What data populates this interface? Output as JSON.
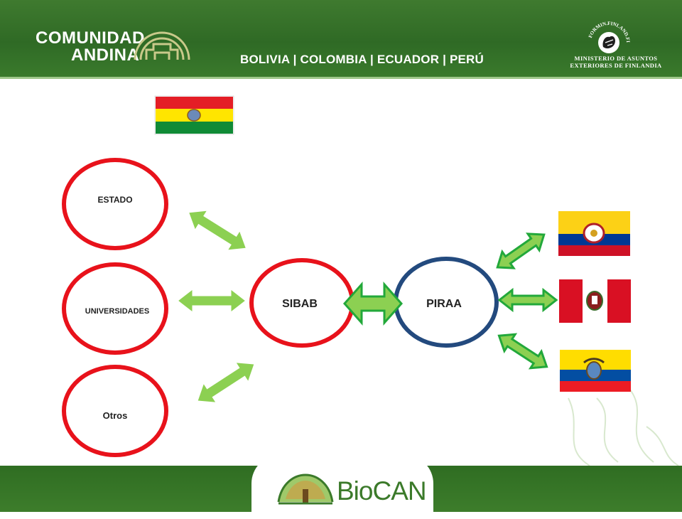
{
  "header": {
    "org_line1": "COMUNIDAD",
    "org_line2": "ANDINA",
    "countries": "BOLIVIA | COLOMBIA | ECUADOR | PERÚ",
    "seal_text": "FORMIN.FINLAND.FI",
    "ministry_line1": "MINISTERIO DE ASUNTOS",
    "ministry_line2": "EXTERIORES DE FINLANDIA"
  },
  "nodes": {
    "estado": "ESTADO",
    "universidades": "UNIVERSIDADES",
    "otros": "Otros",
    "sibab": "SIBAB",
    "piraa": "PIRAA"
  },
  "flags": [
    "bolivia-flag",
    "colombia-flag",
    "peru-flag",
    "ecuador-flag"
  ],
  "footer": {
    "brand": "BioCAN"
  },
  "colors": {
    "header_green": "#3a7a2c",
    "circle_red": "#e8121b",
    "circle_blue": "#234a7e",
    "arrow_green": "#8cd052",
    "arrow_outline": "#22a83a"
  }
}
